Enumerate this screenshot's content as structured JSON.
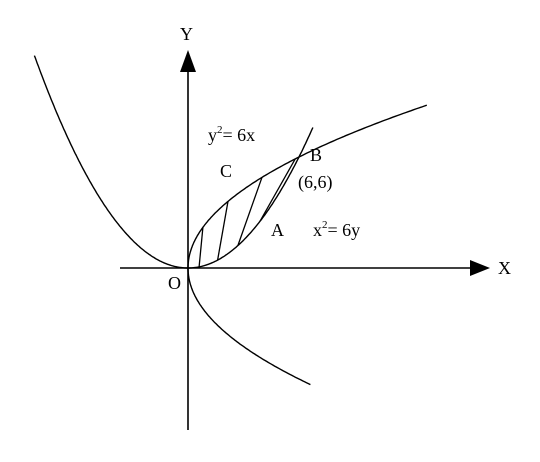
{
  "labels": {
    "y_axis": "Y",
    "x_axis": "X",
    "origin": "O",
    "point_b": "B",
    "point_b_coord": "(6,6)",
    "point_c": "C",
    "point_a": "A",
    "eq1_var": "y",
    "eq1_exp": "2",
    "eq1_rhs": "= 6x",
    "eq2_var": "x",
    "eq2_exp": "2",
    "eq2_rhs": "= 6y"
  },
  "colors": {
    "ink": "#000000",
    "background": "#ffffff"
  }
}
